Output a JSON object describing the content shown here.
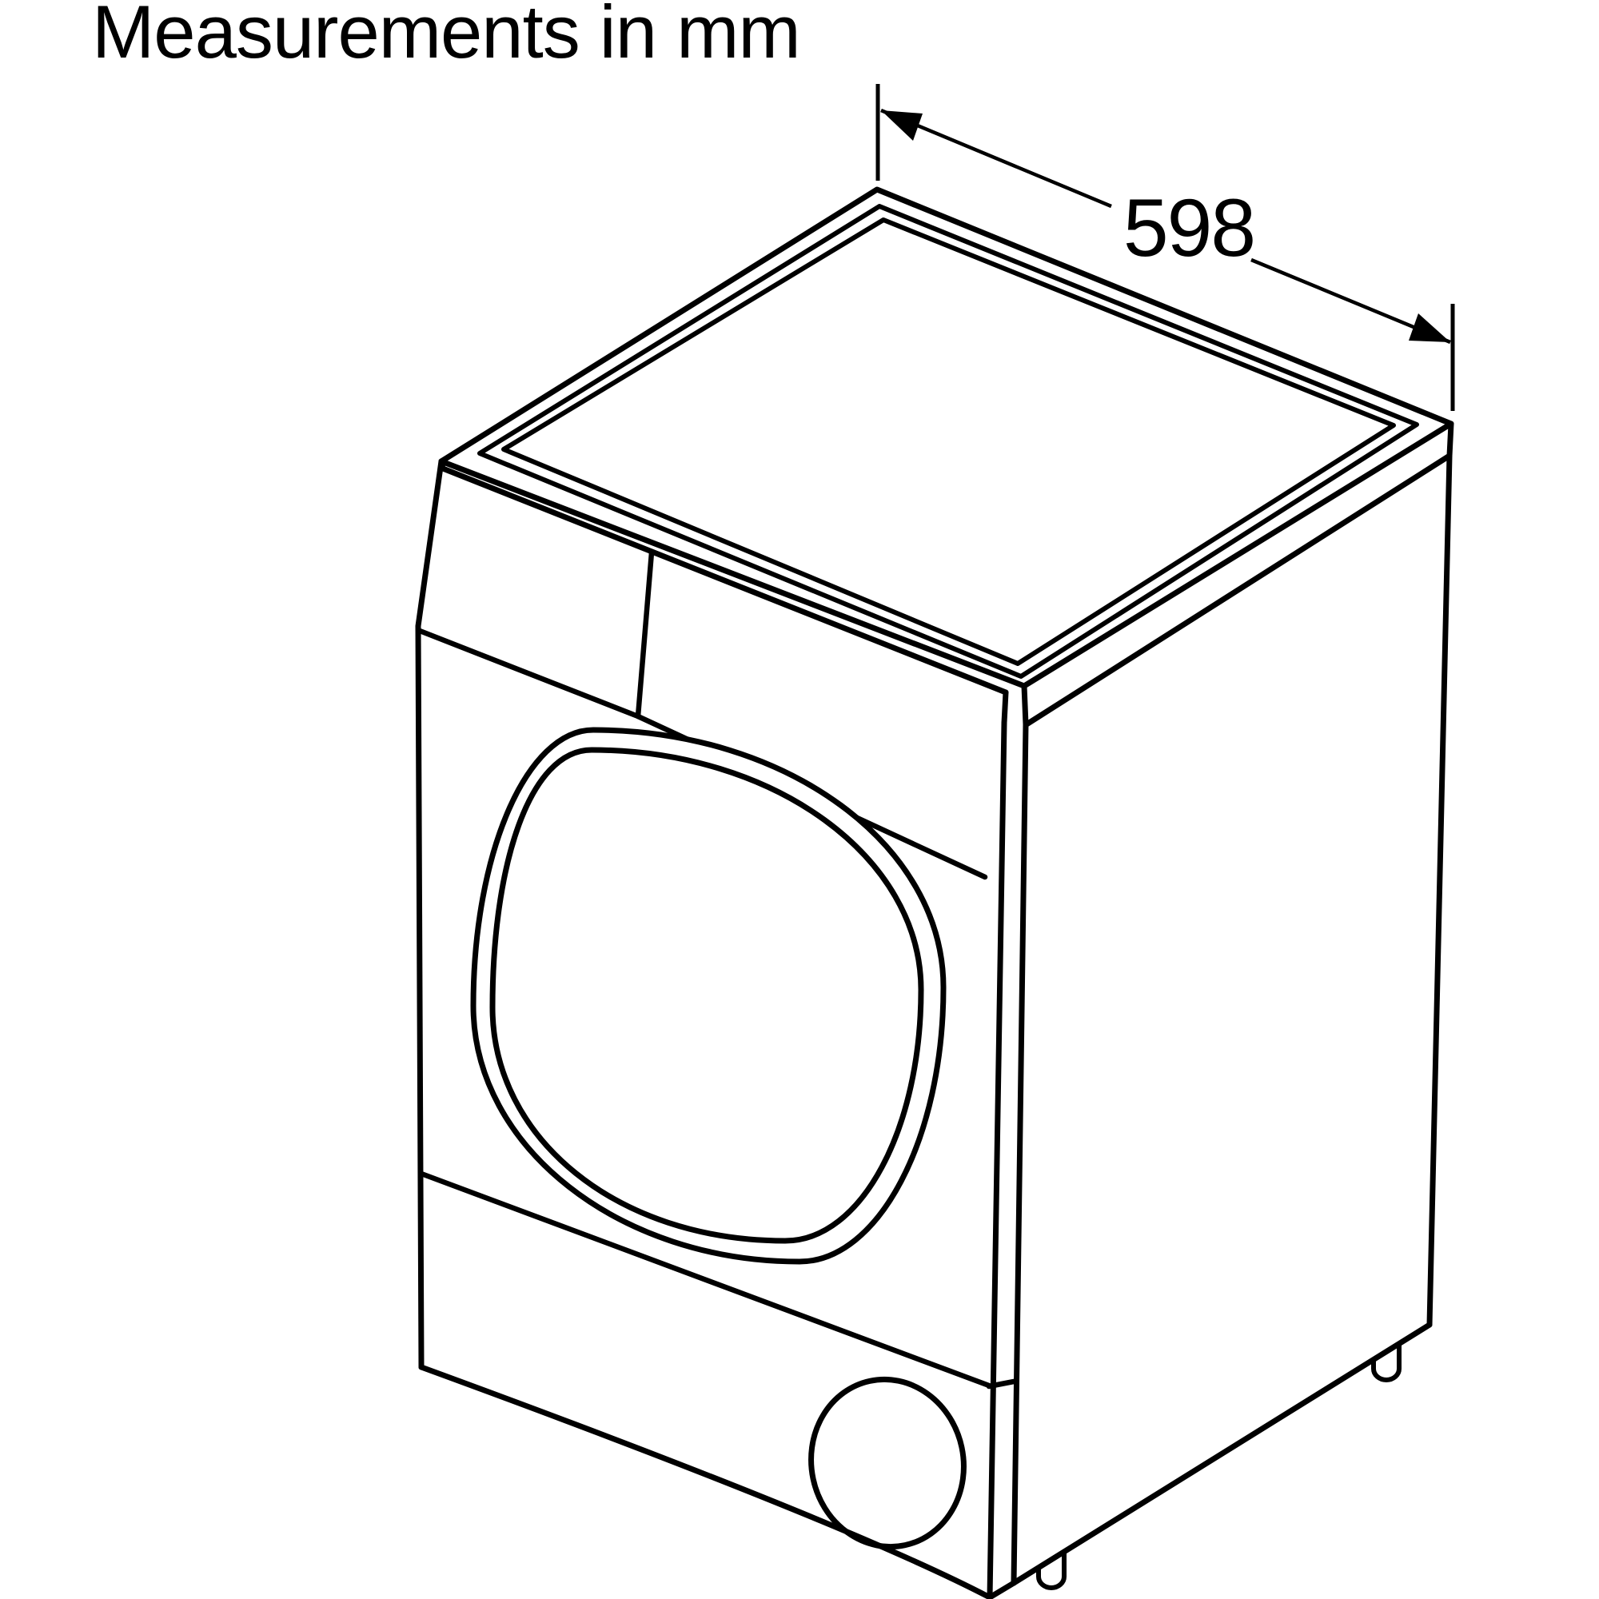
{
  "title": "Measurements in mm",
  "dimension": {
    "label": "598"
  },
  "figure": {
    "description": "isometric-line-drawing-of-tumble-dryer",
    "line_color": "#000000",
    "background_color": "#ffffff"
  }
}
